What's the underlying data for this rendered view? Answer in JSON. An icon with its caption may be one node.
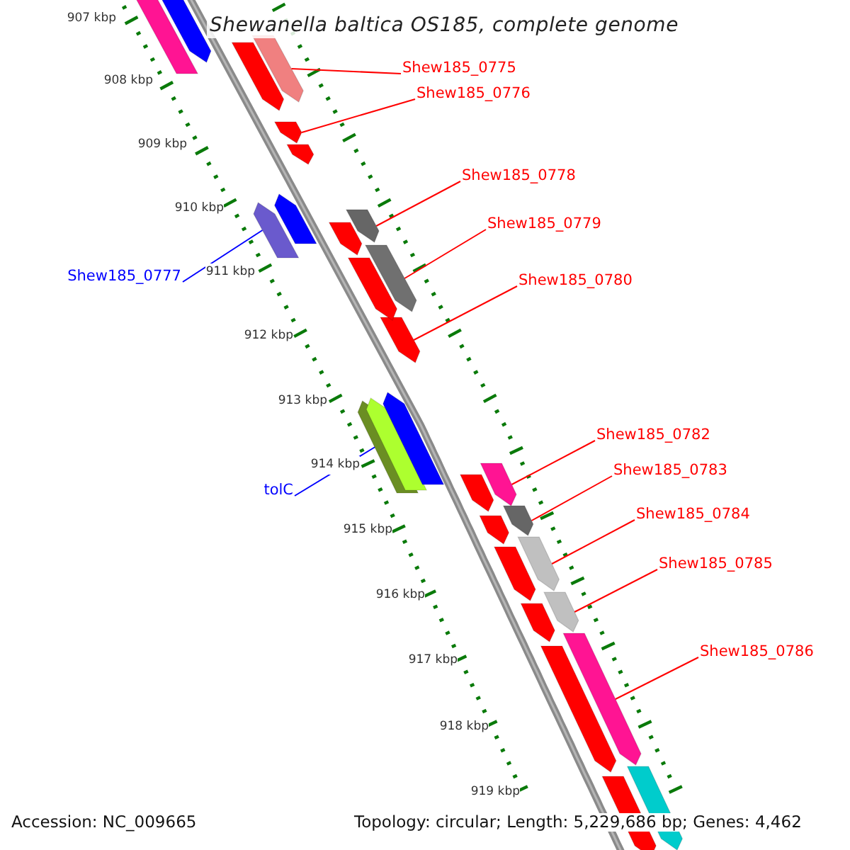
{
  "diagram": {
    "title": "Shewanella baltica OS185, complete genome",
    "nodes": [
      {
        "text": [
          "Shew185_0775"
        ]
      },
      {
        "text": [],
        "shape": "bar"
      },
      {
        "text": [
          "Shew185_0776"
        ]
      },
      {
        "text": [],
        "shape": "bar"
      },
      {
        "text": [
          "Shew185_0778"
        ]
      },
      {
        "text": [],
        "shape": "bar"
      },
      {
        "text": [
          "Shew185_0779"
        ]
      },
      {
        "text": [],
        "shape": "bar"
      },
      {
        "text": [
          "Shew185_0777"
        ]
      },
      {
        "text": [],
        "shape": "bar"
      },
      {
        "text": [
          "Shew185_0780"
        ]
      },
      {
        "text": [],
        "shape": "bar"
      },
      {
        "text": [
          "Shew185_0782"
        ]
      },
      {
        "text": [],
        "shape": "bar"
      },
      {
        "text": [
          "Shew185_0783"
        ]
      },
      {
        "text": [],
        "shape": "bar"
      },
      {
        "text": [
          "tolC"
        ]
      },
      {
        "text": [],
        "shape": "bar"
      },
      {
        "text": [
          "Shew185_0784"
        ]
      },
      {
        "text": [],
        "shape": "bar"
      },
      {
        "text": [
          "Shew185_0785"
        ]
      },
      {
        "text": [],
        "shape": "bar"
      },
      {
        "text": [
          "Shew185_0786"
        ]
      },
      {
        "text": [],
        "shape": "bar"
      },
      {
        "text": [],
        "shape": "bar"
      },
      {
        "text": [],
        "shape": "bar"
      },
      {
        "text": [],
        "shape": "bar"
      },
      {
        "text": [],
        "shape": "bar"
      },
      {
        "text": [],
        "shape": "bar"
      },
      {
        "text": [],
        "shape": "bar"
      },
      {
        "text": [],
        "shape": "bar"
      },
      {
        "text": [],
        "shape": "bar"
      },
      {
        "text": [],
        "shape": "bar"
      },
      {
        "text": [],
        "shape": "bar"
      },
      {
        "text": [],
        "shape": "bar"
      },
      {
        "text": [],
        "shape": "bar"
      },
      {
        "text": [],
        "shape": "bar"
      },
      {
        "text": [],
        "shape": "bar"
      },
      {
        "text": [],
        "shape": "bar"
      },
      {
        "text": [],
        "shape": "bar"
      }
    ],
    "edges": [
      {
        "from": 0,
        "to": 1,
        "arrow": "none"
      },
      {
        "from": 2,
        "to": 3,
        "arrow": "none"
      },
      {
        "from": 4,
        "to": 5,
        "arrow": "none"
      },
      {
        "from": 6,
        "to": 7,
        "arrow": "none"
      },
      {
        "from": 8,
        "to": 9,
        "arrow": "none",
        "color": "#0000ff"
      },
      {
        "from": 10,
        "to": 11,
        "arrow": "none"
      },
      {
        "from": 12,
        "to": 13,
        "arrow": "none"
      },
      {
        "from": 14,
        "to": 15,
        "arrow": "none"
      },
      {
        "from": 16,
        "to": 17,
        "arrow": "none",
        "color": "#0000ff"
      },
      {
        "from": 18,
        "to": 19,
        "arrow": "none"
      },
      {
        "from": 20,
        "to": 21,
        "arrow": "none"
      },
      {
        "from": 22,
        "to": 23,
        "arrow": "none"
      }
    ],
    "labels": [
      "907 kbp",
      "908 kbp",
      "909 kbp",
      "910 kbp",
      "911 kbp",
      "912 kbp",
      "913 kbp",
      "914 kbp",
      "915 kbp",
      "916 kbp",
      "917 kbp",
      "918 kbp",
      "919 kbp",
      "Accession: NC_009665",
      "Topology: circular; Length: 5,229,686 bp; Genes: 4,462"
    ]
  }
}
